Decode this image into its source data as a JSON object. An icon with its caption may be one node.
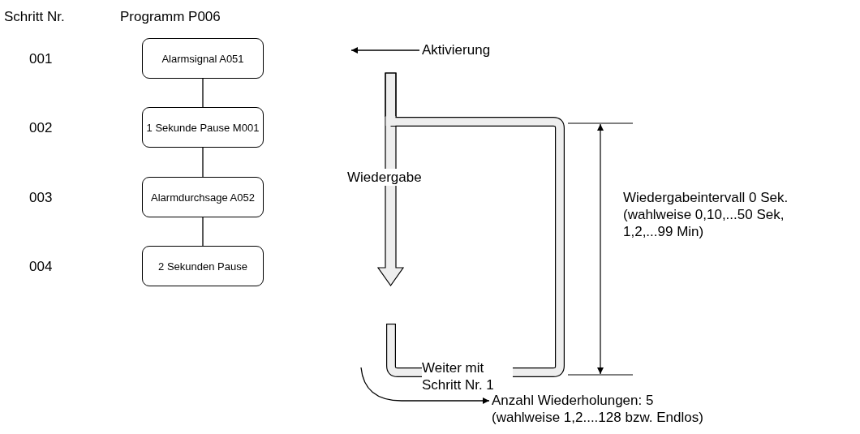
{
  "diagram": {
    "nodes": [
      {
        "text": [
          "Alarmsignal A051"
        ]
      },
      {
        "text": [
          "1 Sekunde Pause M001"
        ]
      },
      {
        "text": [
          "Alarmdurchsage A052"
        ]
      },
      {
        "text": [
          "2 Sekunden Pause"
        ]
      },
      {
        "text": [
          "Aktivierung"
        ]
      },
      {
        "text": [
          "Anzahl Wiederholungen: 5 (wahlweise 1,2....128 bzw. Endlos)"
        ]
      }
    ],
    "edges": [
      {
        "from": 0,
        "to": 1,
        "arrow": "none"
      },
      {
        "from": 1,
        "to": 2,
        "arrow": "none"
      },
      {
        "from": 2,
        "to": 3,
        "arrow": "none"
      },
      {
        "from": 4,
        "to": null,
        "arrow": "to"
      },
      {
        "from": null,
        "to": 5,
        "arrow": "to"
      }
    ],
    "labels": [
      "Schritt Nr.",
      "Programm P006",
      "001",
      "002",
      "003",
      "004",
      "Wiedergabe",
      "Wiedergabeintervall 0 Sek. (wahlweise 0,10,...50 Sek, 1,2,...99 Min)",
      "Weiter mit Schritt Nr. 1"
    ]
  }
}
